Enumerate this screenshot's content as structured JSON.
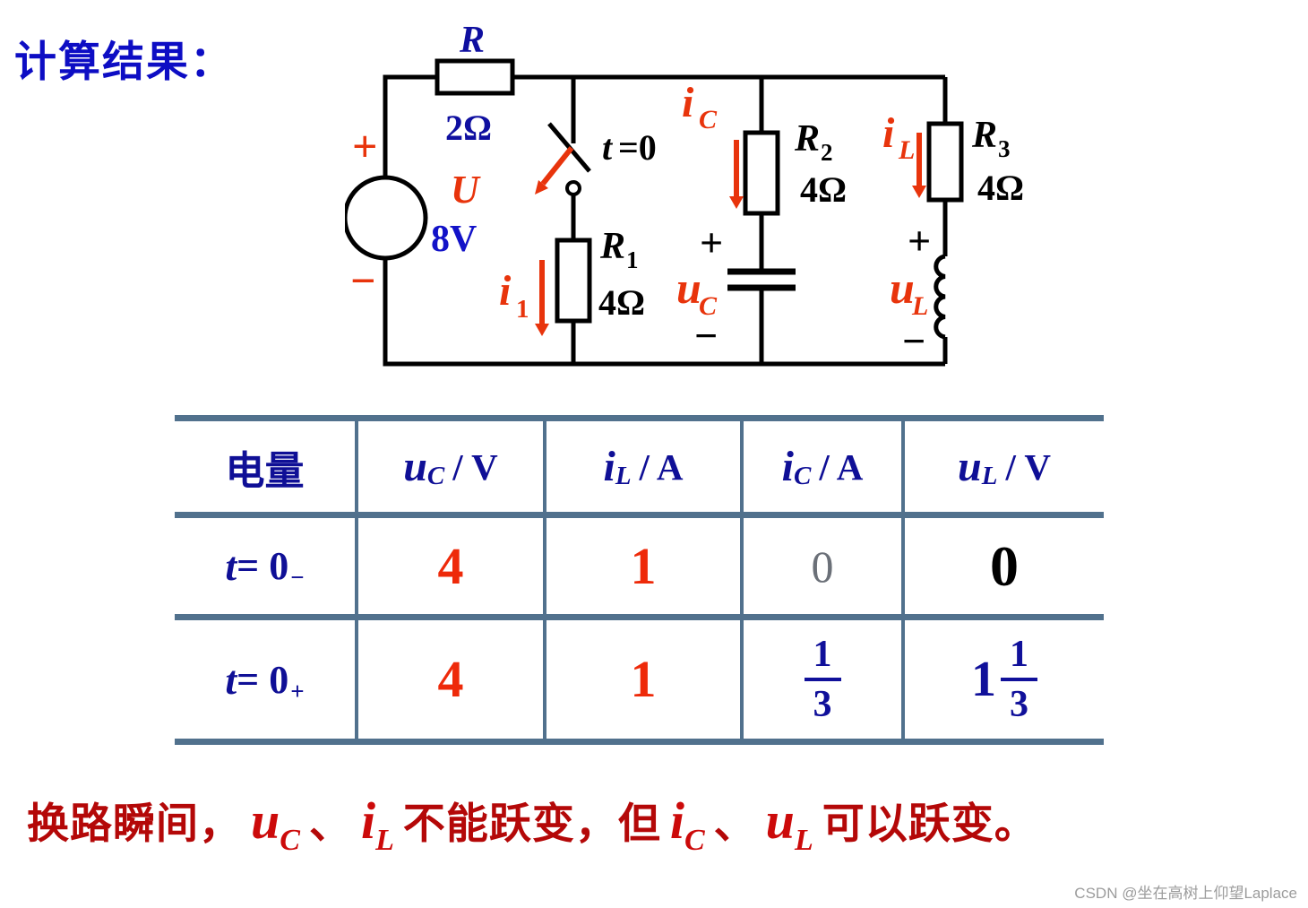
{
  "title": "计算结果：",
  "watermark": "CSDN @坐在高树上仰望Laplace",
  "colors": {
    "title_blue": "#0d0dc4",
    "math_blue": "#0f0f96",
    "accent_red": "#e8340c",
    "value_red": "#ee2a0a",
    "dark_red": "#b40808",
    "table_line": "#51718d"
  },
  "circuit": {
    "source": {
      "plus": "+",
      "minus": "−",
      "name": "U",
      "value": "8V"
    },
    "r_top": {
      "name": "R",
      "value": "2Ω"
    },
    "switch": {
      "t": "t",
      "eq": " =0"
    },
    "r1": {
      "name": "R",
      "sub": "1",
      "value": "4Ω"
    },
    "i1": {
      "base": "i",
      "sub": "1"
    },
    "r2": {
      "name": "R",
      "sub": "2",
      "value": "4Ω"
    },
    "ic": {
      "base": "i",
      "sub": "C"
    },
    "uc": {
      "base": "u",
      "sub": "C",
      "plus": "+",
      "minus": "−"
    },
    "r3": {
      "name": "R",
      "sub": "3",
      "value": "4Ω"
    },
    "il": {
      "base": "i",
      "sub": "L"
    },
    "ul": {
      "base": "u",
      "sub": "L",
      "plus": "+",
      "minus": "−"
    }
  },
  "table": {
    "header": {
      "quantity": "电量",
      "uc": {
        "base": "u",
        "sub": "C",
        "unit": "/ V"
      },
      "il": {
        "base": "i",
        "sub": "L",
        "unit": "/ A"
      },
      "ic": {
        "base": "i",
        "sub": "C",
        "unit": "/ A"
      },
      "ul": {
        "base": "u",
        "sub": "L",
        "unit": "/ V"
      }
    },
    "row_0minus": {
      "t": "t",
      "eq": " = 0",
      "sub": "−",
      "uc": "4",
      "il": "1",
      "ic": "0",
      "ul": "0"
    },
    "row_0plus": {
      "t": "t",
      "eq": " = 0",
      "sub": "+",
      "uc": "4",
      "il": "1",
      "ic_frac": {
        "num": "1",
        "den": "3"
      },
      "ul_mixed": {
        "whole": "1",
        "num": "1",
        "den": "3"
      }
    }
  },
  "conclusion": {
    "seg1": "换路瞬间，",
    "var_uc": {
      "base": "u",
      "sub": "C"
    },
    "sep1": "、",
    "var_il": {
      "base": "i",
      "sub": "L"
    },
    "seg2": "不能跃变，但",
    "var_ic": {
      "base": "i",
      "sub": "C"
    },
    "sep2": "、",
    "var_ul": {
      "base": "u",
      "sub": "L"
    },
    "seg3": "可以跃变。"
  }
}
